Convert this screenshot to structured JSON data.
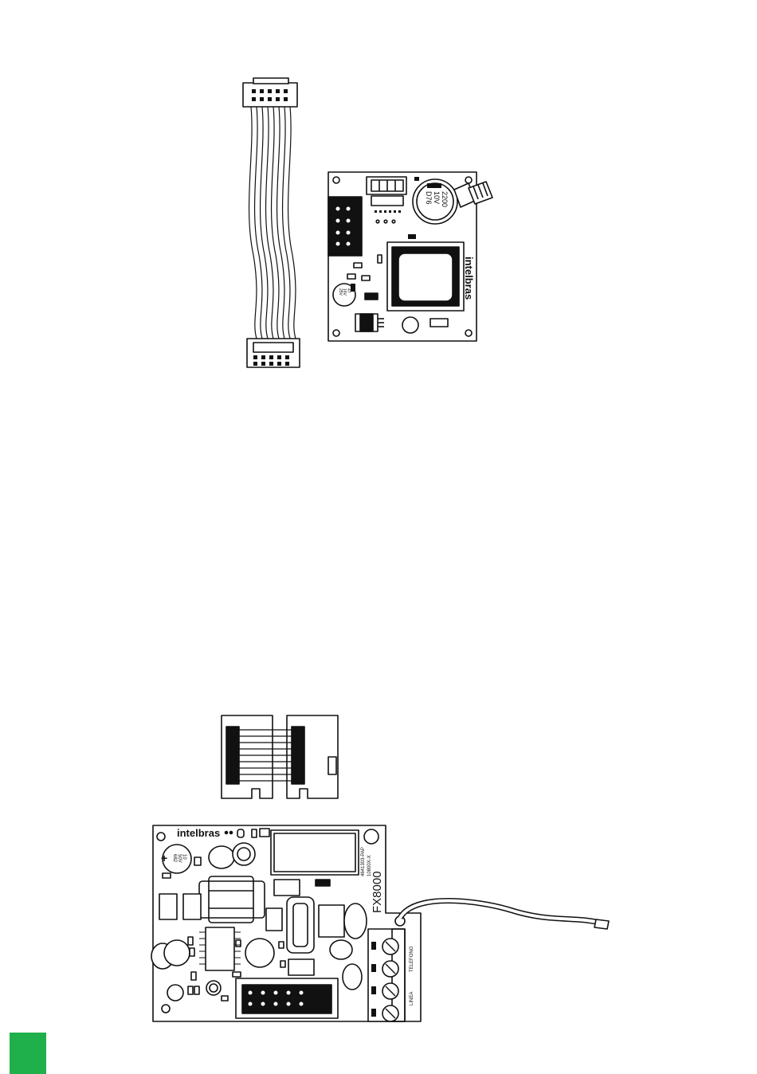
{
  "gsm_module": {
    "brand": "intelbras",
    "big_capacitor": [
      "2200",
      "10V",
      "D76"
    ],
    "small_capacitor": [
      "47",
      "16V",
      "25V"
    ]
  },
  "fx8000_module": {
    "brand": "intelbras",
    "model": "FX8000",
    "part_number": [
      "4641303-PAP",
      "10800X-X"
    ],
    "capacitor": [
      "10",
      "50V",
      "682"
    ],
    "terminal_label_linea": "LINEA",
    "terminal_label_telefono": "TELEFONO"
  },
  "page_marker": {
    "color": "#1fb04b"
  }
}
